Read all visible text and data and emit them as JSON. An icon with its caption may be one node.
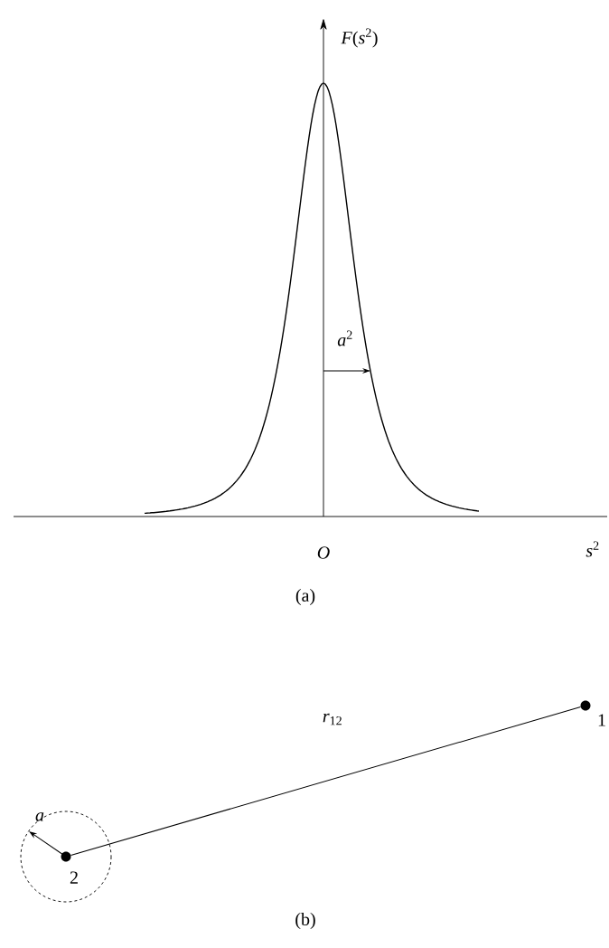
{
  "diagram": {
    "nodes": [
      {
        "text": [],
        "shape": "circle",
        "beside": [
          "1"
        ]
      },
      {
        "text": [],
        "shape": "circle",
        "beside": [
          "2"
        ]
      }
    ],
    "edges": [
      {
        "from": 0,
        "to": 1,
        "arrow": "none",
        "label": "*r*$_{12}$"
      }
    ],
    "labels": [
      "*F*(*s*$^{2}$)",
      "*a*$^{2}$",
      "O",
      "*s*$^{2}$",
      "(a)",
      "*a*",
      "(b)"
    ]
  }
}
